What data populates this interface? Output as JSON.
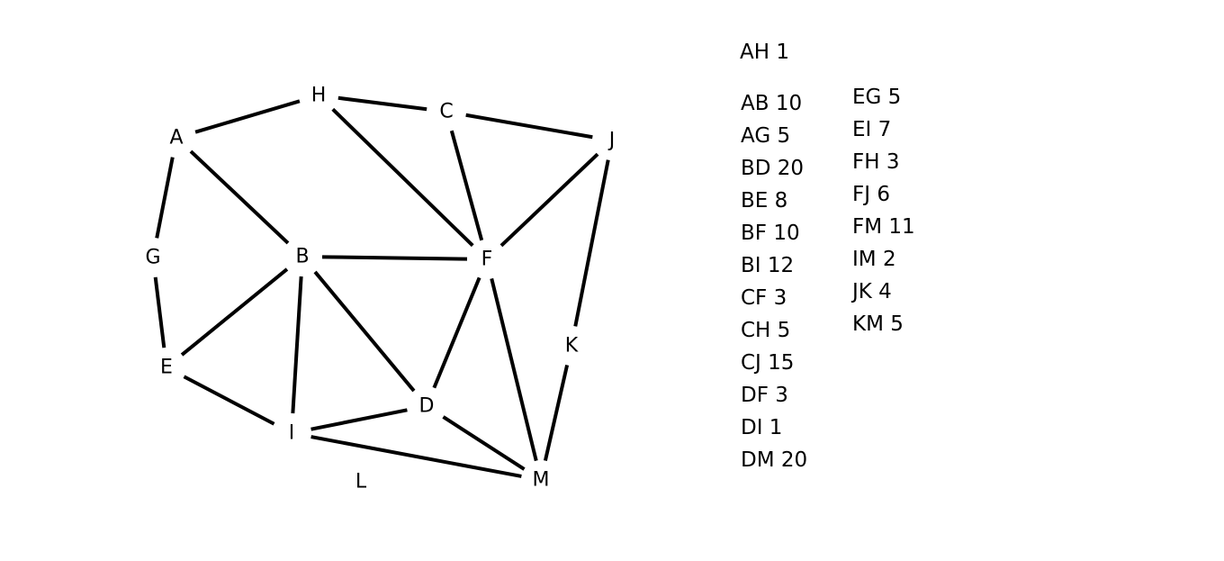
{
  "nodes": [
    {
      "id": "A",
      "label": "A"
    },
    {
      "id": "B",
      "label": "B"
    },
    {
      "id": "C",
      "label": "C"
    },
    {
      "id": "D",
      "label": "D"
    },
    {
      "id": "E",
      "label": "E"
    },
    {
      "id": "F",
      "label": "F"
    },
    {
      "id": "G",
      "label": "G"
    },
    {
      "id": "H",
      "label": "H"
    },
    {
      "id": "I",
      "label": "I"
    },
    {
      "id": "J",
      "label": "J"
    },
    {
      "id": "K",
      "label": "K"
    },
    {
      "id": "L",
      "label": "L"
    },
    {
      "id": "M",
      "label": "M"
    }
  ],
  "edges": [
    {
      "from": "A",
      "to": "H"
    },
    {
      "from": "H",
      "to": "C"
    },
    {
      "from": "C",
      "to": "J"
    },
    {
      "from": "A",
      "to": "G"
    },
    {
      "from": "A",
      "to": "B"
    },
    {
      "from": "H",
      "to": "F"
    },
    {
      "from": "C",
      "to": "F"
    },
    {
      "from": "J",
      "to": "F"
    },
    {
      "from": "J",
      "to": "K"
    },
    {
      "from": "G",
      "to": "E"
    },
    {
      "from": "B",
      "to": "F"
    },
    {
      "from": "B",
      "to": "E"
    },
    {
      "from": "B",
      "to": "I"
    },
    {
      "from": "B",
      "to": "D"
    },
    {
      "from": "F",
      "to": "D"
    },
    {
      "from": "F",
      "to": "M"
    },
    {
      "from": "K",
      "to": "M"
    },
    {
      "from": "E",
      "to": "I"
    },
    {
      "from": "I",
      "to": "D"
    },
    {
      "from": "I",
      "to": "M"
    },
    {
      "from": "D",
      "to": "M"
    }
  ],
  "weights_top": [
    "AH 1"
  ],
  "weights_col1": [
    "AB 10",
    "AG 5",
    "BD 20",
    "BE 8",
    "BF 10",
    "BI 12",
    "CF 3",
    "CH 5",
    "CJ 15",
    "DF 3",
    "DI 1",
    "DM 20"
  ],
  "weights_col2": [
    "EG 5",
    "EI 7",
    "FH 3",
    "FJ 6",
    "FM 11",
    "IM 2",
    "JK 4",
    "KM 5"
  ]
}
